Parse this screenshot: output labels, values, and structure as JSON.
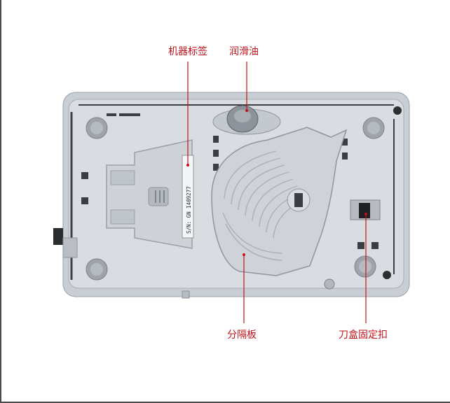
{
  "callouts": {
    "machine_label": "机器标签",
    "lubricating_oil": "润滑油",
    "divider_plate": "分隔板",
    "blade_box_fix": "刀盒固定扣"
  },
  "sticker": {
    "serial": "S/N: GN 1409277"
  },
  "colors": {
    "callout_red": "#c0141c",
    "device_body": "#d9dde2",
    "frame_border": "#4a4a4a"
  }
}
